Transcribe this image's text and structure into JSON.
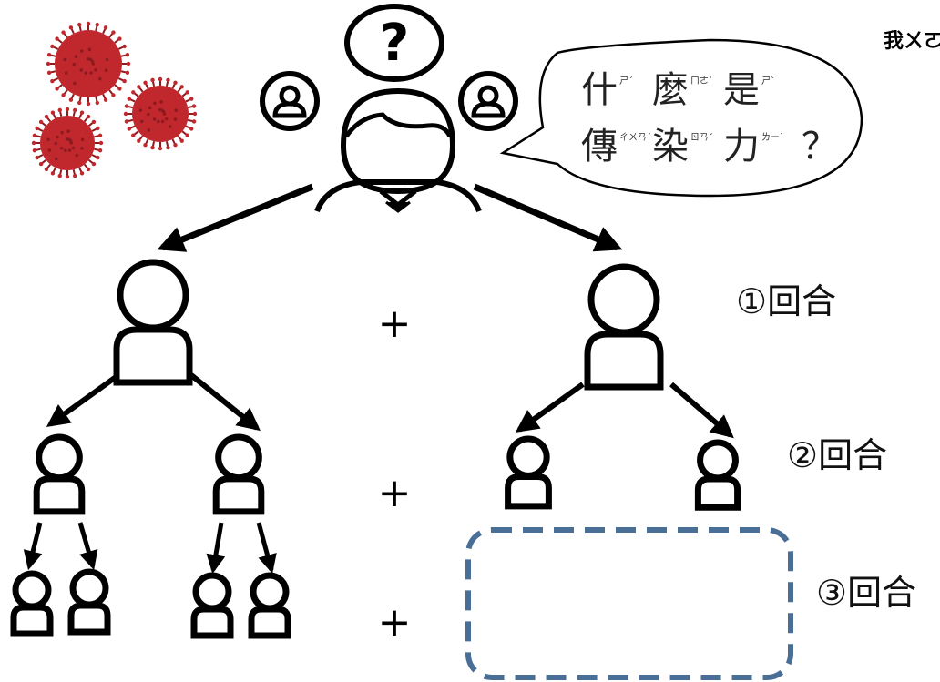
{
  "corner_text": "我ㄨㄛˇ",
  "bubble": {
    "line1": [
      {
        "char": "什",
        "zhuyin": "ㄕˊ"
      },
      {
        "char": "麼",
        "zhuyin": "ㄇㄜ˙"
      },
      {
        "char": "是",
        "zhuyin": "ㄕˋ"
      }
    ],
    "line2": [
      {
        "char": "傳",
        "zhuyin": "ㄔㄨㄢˊ"
      },
      {
        "char": "染",
        "zhuyin": "ㄖㄢˇ"
      },
      {
        "char": "力",
        "zhuyin": "ㄌㄧˋ"
      }
    ],
    "question_mark": "？"
  },
  "question_icon_text": "?",
  "plus_sign": "+",
  "rounds": [
    "①回合",
    "②回合",
    "③回合"
  ],
  "colors": {
    "virus": "#c0282e",
    "virus_dark": "#8e1a1f",
    "dashed_box": "#4a6f96",
    "stroke": "#000000"
  }
}
